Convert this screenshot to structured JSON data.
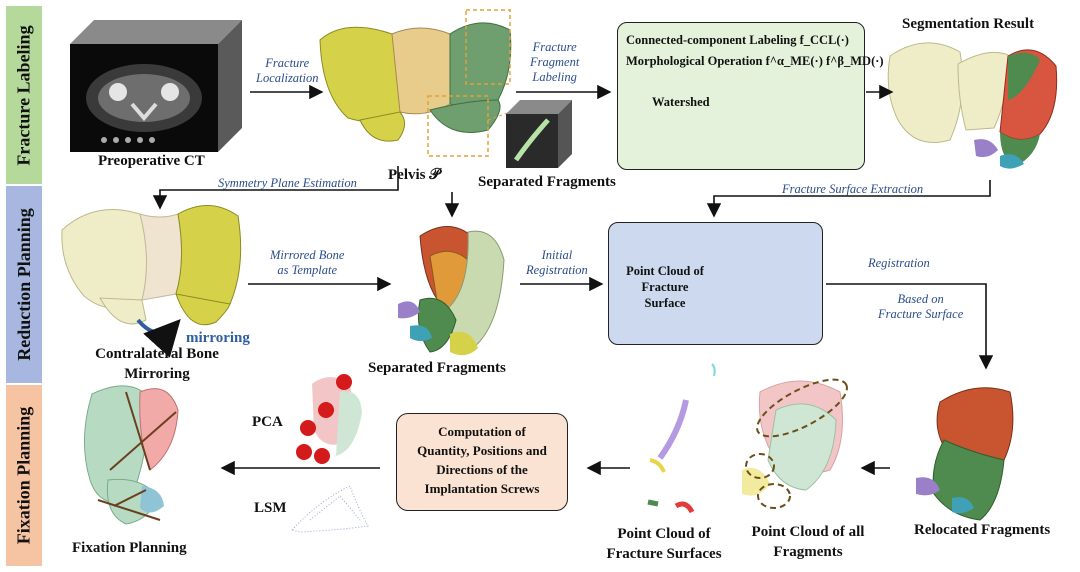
{
  "bands": {
    "fracture": "Fracture Labeling",
    "reduction": "Reduction Planning",
    "fixation": "Fixation Planning"
  },
  "labels": {
    "preoperative_ct": "Preoperative CT",
    "pelvis": "Pelvis 𝒫",
    "separated_fragments_top": "Separated Fragments",
    "segmentation_result": "Segmentation Result",
    "contralateral_1": "Contralateral Bone",
    "contralateral_2": "Mirroring",
    "mirroring": "mirroring",
    "separated_fragments_mid": "Separated Fragments",
    "relocated_fragments": "Relocated Fragments",
    "pc_all_1": "Point Cloud of all",
    "pc_all_2": "Fragments",
    "pc_fs_1": "Point Cloud of",
    "pc_fs_2": "Fracture Surfaces",
    "fixation_planning": "Fixation Planning",
    "pca": "PCA",
    "lsm": "LSM"
  },
  "arrow_labels": {
    "fracture_localization_1": "Fracture",
    "fracture_localization_2": "Localization",
    "ffl_1": "Fracture",
    "ffl_2": "Fragment",
    "ffl_3": "Labeling",
    "symmetry": "Symmetry Plane Estimation",
    "mirrored_1": "Mirrored Bone",
    "mirrored_2": "as Template",
    "initial_1": "Initial",
    "initial_2": "Registration",
    "fse": "Fracture Surface Extraction",
    "registration": "Registration",
    "based_1": "Based on",
    "based_2": "Fracture Surface"
  },
  "seg_box": {
    "line1": "Connected-component Labeling f_CCL(·)",
    "line2": "Morphological Operation f^α_ME(·) f^β_MD(·)",
    "watershed": "Watershed"
  },
  "pc_box": {
    "line1": "Point Cloud of",
    "line2": "Fracture",
    "line3": "Surface"
  },
  "comp_box": {
    "line1": "Computation of",
    "line2": "Quantity, Positions and",
    "line3": "Directions of the",
    "line4": "Implantation Screws"
  },
  "colors": {
    "fracture_band": "#b5d99a",
    "reduction_band": "#a7b7e0",
    "fixation_band": "#f6c4a3",
    "seg_box": "#e4f2dc",
    "pc_box": "#ccd9ee",
    "comp_box": "#fbe3d3",
    "arrow_text": "#2a4d8c"
  }
}
